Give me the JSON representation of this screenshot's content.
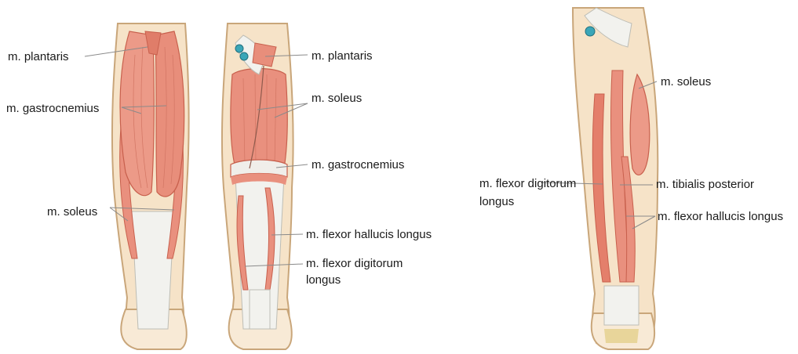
{
  "labels": {
    "left_plantaris": "m. plantaris",
    "left_gastrocnemius": "m. gastrocnemius",
    "left_soleus": "m. soleus",
    "mid_plantaris": "m. plantaris",
    "mid_soleus": "m. soleus",
    "mid_gastrocnemius": "m. gastrocnemius",
    "mid_fhl": "m. flexor hallucis longus",
    "mid_fdl_line1": "m. flexor digitorum",
    "mid_fdl_line2": "longus",
    "right_soleus": "m. soleus",
    "right_fdl_line1": "m. flexor digitorum",
    "right_fdl_line2": "longus",
    "right_tibialis_posterior": "m. tibialis posterior",
    "right_fhl": "m. flexor hallucis longus"
  },
  "colors": {
    "muscle": "#e9907e",
    "muscle_dark": "#c8604d",
    "skin": "#f6e3c8",
    "skin_outline": "#c9a67a",
    "tendon": "#f2f2ee",
    "nerve": "#3aa6b8",
    "leader": "#8a8a8a"
  }
}
